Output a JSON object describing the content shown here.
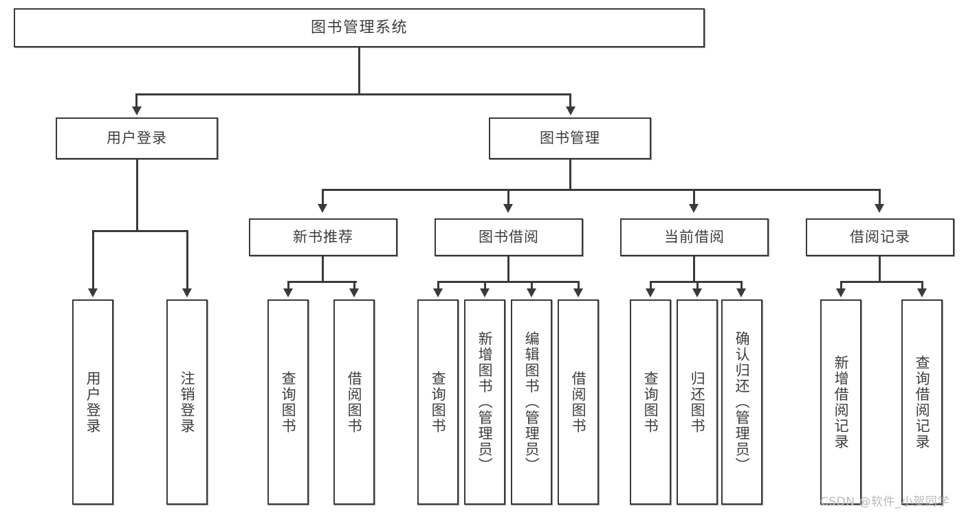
{
  "diagram": {
    "type": "tree-hierarchy",
    "title": "图书管理系统",
    "root": {
      "label": "图书管理系统"
    },
    "level2": [
      {
        "label": "用户登录"
      },
      {
        "label": "图书管理"
      }
    ],
    "level3": [
      {
        "label": "新书推荐"
      },
      {
        "label": "图书借阅"
      },
      {
        "label": "当前借阅"
      },
      {
        "label": "借阅记录"
      }
    ],
    "leaves": {
      "user_login": [
        {
          "label": "用户登录"
        },
        {
          "label": "注销登录"
        }
      ],
      "new_book_recommend": [
        {
          "label": "查询图书"
        },
        {
          "label": "借阅图书"
        }
      ],
      "book_borrow": [
        {
          "label": "查询图书"
        },
        {
          "label": "新增图书（管理员）"
        },
        {
          "label": "编辑图书（管理员）"
        },
        {
          "label": "借阅图书"
        }
      ],
      "current_borrow": [
        {
          "label": "查询图书"
        },
        {
          "label": "归还图书"
        },
        {
          "label": "确认归还（管理员）"
        }
      ],
      "borrow_record": [
        {
          "label": "新增借阅记录"
        },
        {
          "label": "查询借阅记录"
        }
      ]
    }
  },
  "watermark": {
    "text": "CSDN @软件_小贺同学"
  },
  "colors": {
    "stroke": "#3a3a3a",
    "text": "#3d3d3d",
    "background": "#ffffff",
    "watermark": "#b9b9b9"
  }
}
